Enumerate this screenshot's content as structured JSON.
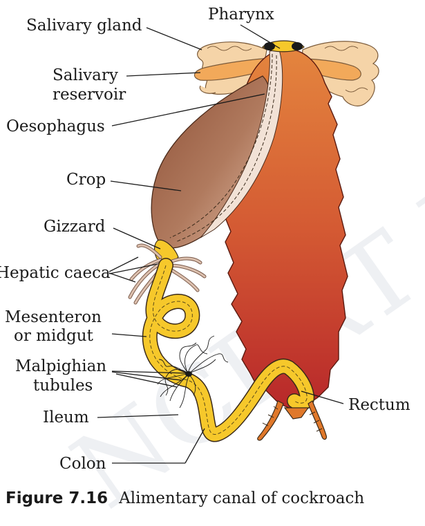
{
  "labels": {
    "pharynx": "Pharynx",
    "salivary_gland": "Salivary gland",
    "salivary_reservoir_1": "Salivary",
    "salivary_reservoir_2": "reservoir",
    "oesophagus": "Oesophagus",
    "crop": "Crop",
    "gizzard": "Gizzard",
    "hepatic_caeca": "Hepatic caeca",
    "mesenteron_1": "Mesenteron",
    "mesenteron_2": "or midgut",
    "malpighian_1": "Malpighian",
    "malpighian_2": "tubules",
    "ileum": "Ileum",
    "colon": "Colon",
    "rectum": "Rectum"
  },
  "caption": {
    "figure_number": "Figure 7.16",
    "text": "Alimentary canal of cockroach"
  },
  "watermark": "NCERT Published",
  "colors": {
    "body_top": "#e07a3c",
    "body_bottom": "#b8282a",
    "crop_dark": "#9b5a3c",
    "crop_light": "#e0b49a",
    "gut_yellow": "#f6c82b",
    "gut_outline": "#7a5a00",
    "gland": "#f5d4a8",
    "reservoir": "#f2a95a",
    "caeca": "#c9a08a",
    "cerci": "#e0782a"
  }
}
